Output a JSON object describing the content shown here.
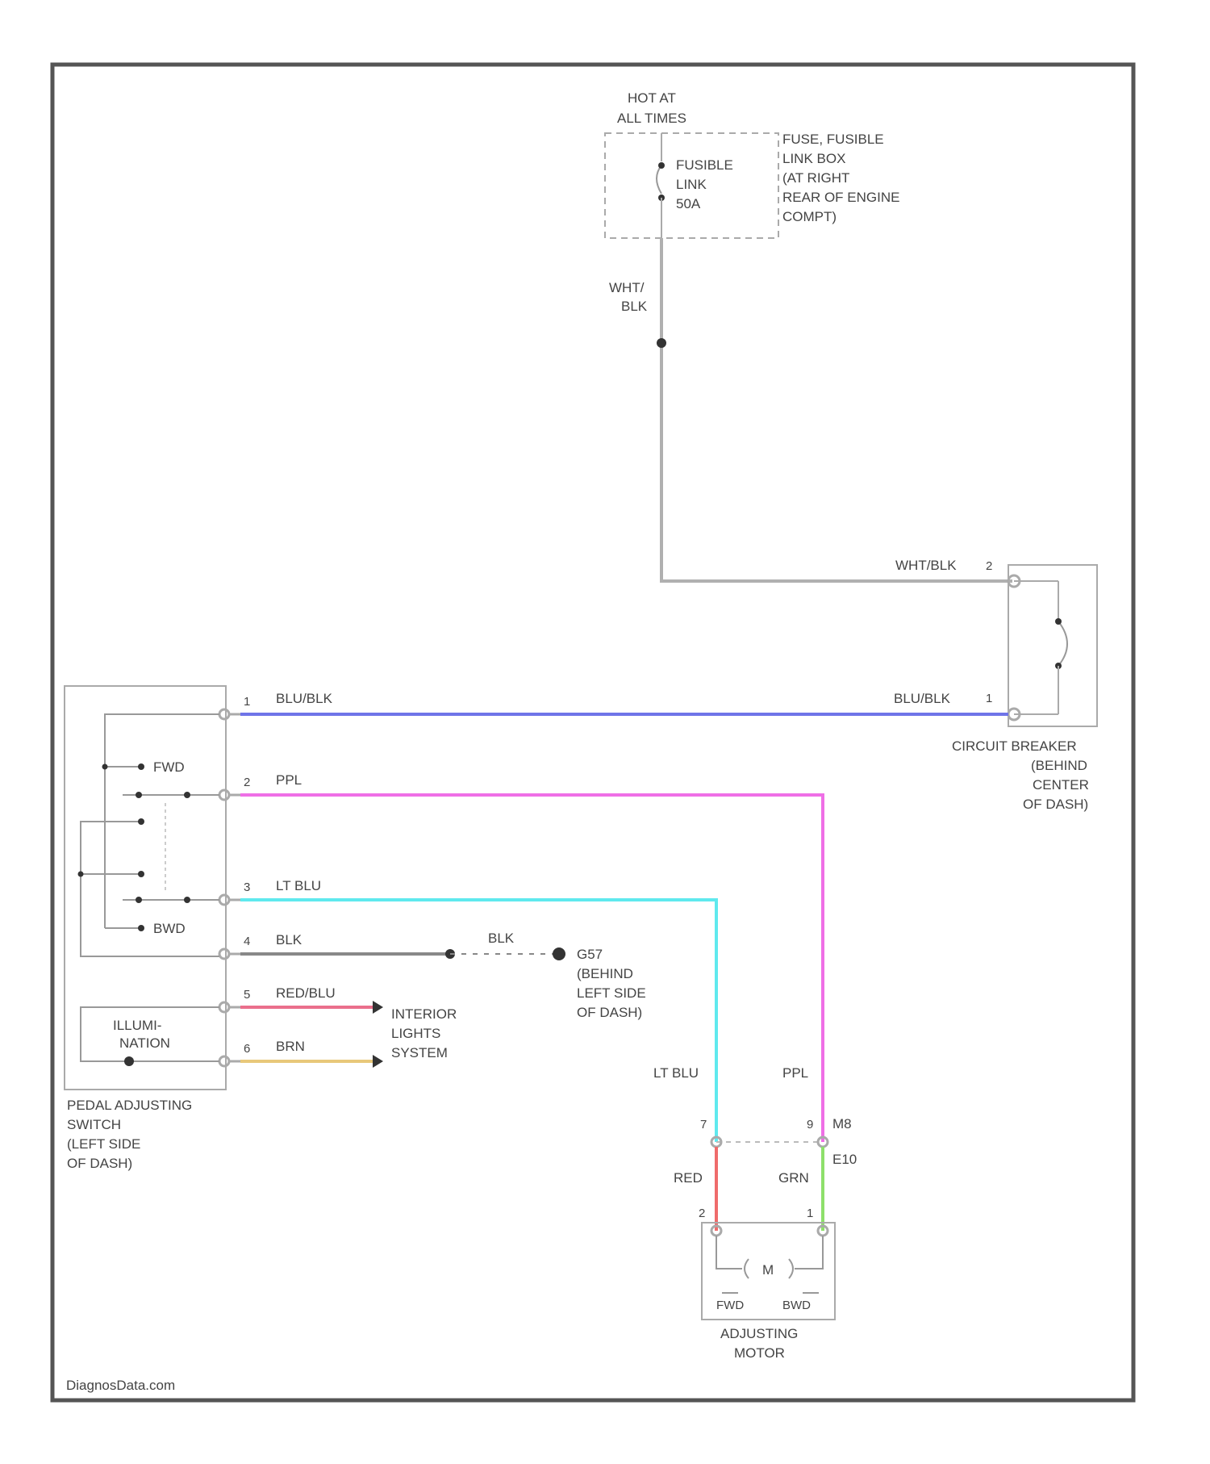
{
  "power_source": {
    "hot_line1": "HOT AT",
    "hot_line2": "ALL TIMES",
    "fusible_link_line1": "FUSIBLE",
    "fusible_link_line2": "LINK",
    "fusible_link_line3": "50A",
    "box_line1": "FUSE, FUSIBLE",
    "box_line2": "LINK BOX",
    "box_line3": "(AT RIGHT",
    "box_line4": "REAR OF ENGINE",
    "box_line5": "COMPT)"
  },
  "wires": {
    "wht_blk_v_line1": "WHT/",
    "wht_blk_v_line2": "BLK",
    "wht_blk": "WHT/BLK",
    "blu_blk_left": "BLU/BLK",
    "blu_blk_right": "BLU/BLK",
    "ppl": "PPL",
    "lt_blu": "LT BLU",
    "blk": "BLK",
    "blk_ground": "BLK",
    "red_blu": "RED/BLU",
    "brn": "BRN",
    "lt_blu_motor": "LT BLU",
    "ppl_motor": "PPL",
    "red": "RED",
    "grn": "GRN"
  },
  "circuit_breaker": {
    "pin_top": "2",
    "pin_bottom": "1",
    "line1": "CIRCUIT BREAKER",
    "line2": "(BEHIND",
    "line3": "CENTER",
    "line4": "OF DASH)"
  },
  "switch": {
    "pins": [
      "1",
      "2",
      "3",
      "4",
      "5",
      "6"
    ],
    "fwd": "FWD",
    "bwd": "BWD",
    "illum_line1": "ILLUMI-",
    "illum_line2": "NATION",
    "line1": "PEDAL ADJUSTING",
    "line2": "SWITCH",
    "line3": "(LEFT SIDE",
    "line4": "OF DASH)"
  },
  "ground": {
    "line1": "G57",
    "line2": "(BEHIND",
    "line3": "LEFT SIDE",
    "line4": "OF DASH)"
  },
  "interior_lights": {
    "line1": "INTERIOR",
    "line2": "LIGHTS",
    "line3": "SYSTEM"
  },
  "connector": {
    "pin_left": "7",
    "pin_right": "9",
    "id_line1": "M8",
    "id_line2": "E10"
  },
  "motor": {
    "pin_left": "2",
    "pin_right": "1",
    "symbol": "M",
    "fwd": "FWD",
    "bwd": "BWD",
    "line1": "ADJUSTING",
    "line2": "MOTOR"
  },
  "footer": "DiagnosData.com",
  "colors": {
    "frame": "#555555",
    "wire_gray": "#b0b0b0",
    "blu_blk": "#6f74e8",
    "ppl": "#ef6fe6",
    "lt_blu": "#5fe9ee",
    "blk": "#888888",
    "red_blu": "#ea6f8c",
    "brn": "#e8c87a",
    "red": "#ef6b6b",
    "grn": "#8ee06b"
  }
}
